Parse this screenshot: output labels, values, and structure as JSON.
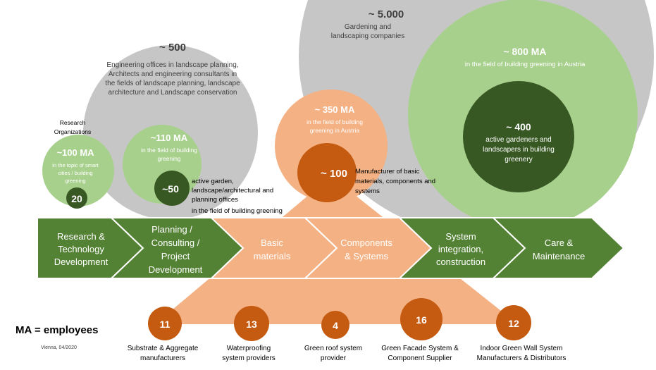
{
  "colors": {
    "gray": "#c7c6c6",
    "light_green": "#a8d08d",
    "dark_green": "#375723",
    "mid_green": "#548235",
    "salmon": "#f4b183",
    "dark_orange": "#c55a11",
    "text_gray": "#404040",
    "text_white": "#ffffff"
  },
  "bubbles": {
    "gardening": {
      "value": "~ 5.000",
      "desc_l1": "Gardening and",
      "desc_l2": "landscaping companies"
    },
    "engineering": {
      "value": "~ 500",
      "desc_l1": "Engineering offices in landscape planning,",
      "desc_l2": "Architects and engineering consultants in",
      "desc_l3": "the fields of landscape planning, landscape",
      "desc_l4": "architecture and Landscape conservation"
    },
    "greening_ma": {
      "value": "~ 800 MA",
      "desc": "in the field of building greening in Austria"
    },
    "active_gardeners": {
      "value": "~ 400",
      "desc_l1": "active gardeners and",
      "desc_l2": "landscapers in building",
      "desc_l3": "greenery"
    },
    "planning_ma": {
      "value": "~110 MA",
      "desc_l1": "in the field of building",
      "desc_l2": "greening"
    },
    "planning_offices": {
      "value": "~50",
      "desc_l1": "active garden,",
      "desc_l2": "landscape/architectural and",
      "desc_l3": "planning offices",
      "desc_l4": "in the field of building greening"
    },
    "research_label": {
      "l1": "Research",
      "l2": "Organizations"
    },
    "research_ma": {
      "value": "~100 MA",
      "desc_l1": "in the topic of smart",
      "desc_l2": "cities / building",
      "desc_l3": "greening"
    },
    "research_orgs": {
      "value": "20"
    },
    "manufacturing_ma": {
      "value": "~ 350 MA",
      "desc_l1": "in the field of building",
      "desc_l2": "greening in Austria"
    },
    "manufacturers": {
      "value": "~ 100",
      "desc_l1": "Manufacturer of basic",
      "desc_l2": "materials, components  and",
      "desc_l3": "systems"
    }
  },
  "chain": [
    {
      "l1": "Research &",
      "l2": "Technology",
      "l3": "Development"
    },
    {
      "l1": "Planning /",
      "l2": "Consulting /",
      "l3": "Project",
      "l4": "Development"
    },
    {
      "l1": "Basic",
      "l2": "materials"
    },
    {
      "l1": "Components",
      "l2": "& Systems"
    },
    {
      "l1": "System",
      "l2": "integration,",
      "l3": "construction"
    },
    {
      "l1": "Care &",
      "l2": "Maintenance"
    }
  ],
  "bottom": [
    {
      "value": "11",
      "l1": "Substrate & Aggregate",
      "l2": "manufacturers"
    },
    {
      "value": "13",
      "l1": "Waterproofing",
      "l2": "system providers"
    },
    {
      "value": "4",
      "l1": "Green roof system",
      "l2": "provider"
    },
    {
      "value": "16",
      "l1": "Green Facade System &",
      "l2": "Component Supplier"
    },
    {
      "value": "12",
      "l1": "Indoor Green Wall System",
      "l2": "Manufacturers & Distributors"
    }
  ],
  "legend": "MA = employees",
  "footer": "Vienna, 04/2020"
}
